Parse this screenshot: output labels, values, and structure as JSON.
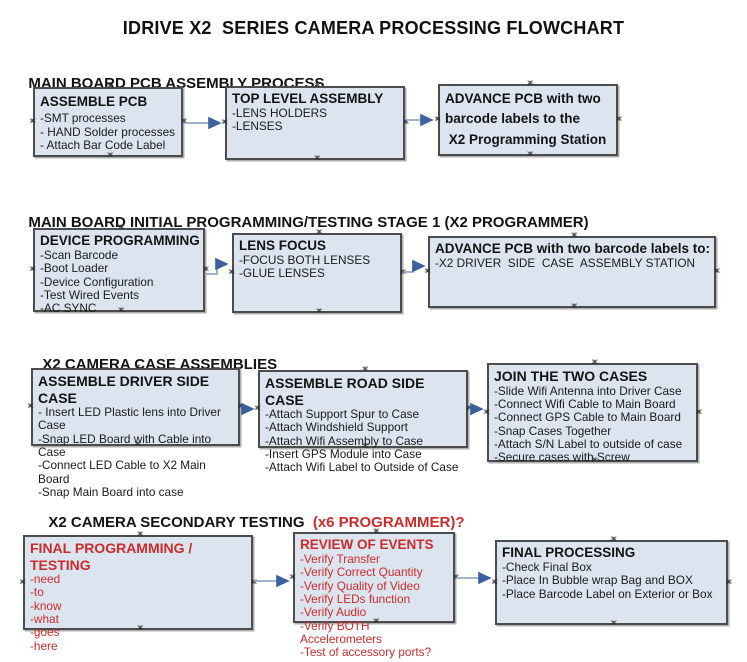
{
  "title": "IDRIVE X2  SERIES CAMERA PROCESSING FLOWCHART",
  "colors": {
    "box_fill": "#dce4f0",
    "box_border": "#4c4c4c",
    "red_text": "#cc2b2b",
    "arrow_line": "#92a8c8",
    "arrow_head": "#3c5f9e"
  },
  "sections": [
    {
      "heading": "MAIN BOARD PCB ASSEMBLY PROCESS",
      "boxes": [
        {
          "title": "ASSEMBLE PCB",
          "items": [
            "-SMT processes",
            "- HAND Solder processes",
            "- Attach Bar Code Label"
          ]
        },
        {
          "title": "TOP LEVEL ASSEMBLY",
          "items": [
            "-LENS HOLDERS",
            "-LENSES"
          ]
        },
        {
          "title": "ADVANCE PCB with two\nbarcode labels to the\n X2 Programming Station",
          "items": []
        }
      ]
    },
    {
      "heading": "MAIN BOARD INITIAL PROGRAMMING/TESTING STAGE 1 (X2 PROGRAMMER)",
      "boxes": [
        {
          "title": "DEVICE PROGRAMMING",
          "items": [
            "-Scan Barcode",
            "-Boot Loader",
            "-Device Configuration",
            "-Test Wired Events",
            "-AC SYNC"
          ]
        },
        {
          "title": "LENS FOCUS",
          "items": [
            "-FOCUS BOTH LENSES",
            "-GLUE LENSES"
          ]
        },
        {
          "title": "ADVANCE PCB with two barcode labels to:",
          "items": [
            "-X2 DRIVER  SIDE  CASE  ASSEMBLY STATION"
          ]
        }
      ]
    },
    {
      "heading": "X2 CAMERA CASE ASSEMBLIES",
      "boxes": [
        {
          "title": "ASSEMBLE DRIVER SIDE CASE",
          "items": [
            "- Insert LED Plastic lens into Driver Case",
            "-Snap LED Board with Cable into Case",
            "-Connect LED Cable to X2 Main Board",
            "-Snap Main Board into case"
          ]
        },
        {
          "title": "ASSEMBLE ROAD SIDE CASE",
          "items": [
            "-Attach Support Spur to Case",
            "-Attach Windshield Support",
            "-Attach Wifi Assembly to Case",
            "-Insert GPS Module into Case",
            "-Attach Wifi Label to Outside of Case"
          ]
        },
        {
          "title": "JOIN THE TWO CASES",
          "items": [
            "-Slide Wifi Antenna into Driver Case",
            "-Connect Wifi Cable to Main Board",
            "-Connect GPS Cable to Main Board",
            "-Snap Cases Together",
            "-Attach S/N Label to outside of case",
            "-Secure cases with Screw"
          ]
        }
      ]
    },
    {
      "heading": "X2 CAMERA SECONDARY TESTING ",
      "heading_red": " (x6 PROGRAMMER)?",
      "boxes": [
        {
          "title": "FINAL PROGRAMMING / TESTING",
          "red": true,
          "items": [
            "-need",
            "-to",
            "-know",
            "-what",
            "-goes",
            "-here"
          ]
        },
        {
          "title": "REVIEW OF EVENTS",
          "red": true,
          "items": [
            "-Verify Transfer",
            "-Verify Correct Quantity",
            "-Verify Quality of Video",
            "-Verify LEDs function",
            "-Verify Audio",
            "-Verify BOTH Accelerometers",
            "-Test of accessory ports?"
          ]
        },
        {
          "title": "FINAL PROCESSING",
          "items": [
            "-Check Final Box",
            "-Place In Bubble wrap Bag and BOX",
            "-Place Barcode Label on Exterior or Box"
          ]
        }
      ]
    }
  ]
}
